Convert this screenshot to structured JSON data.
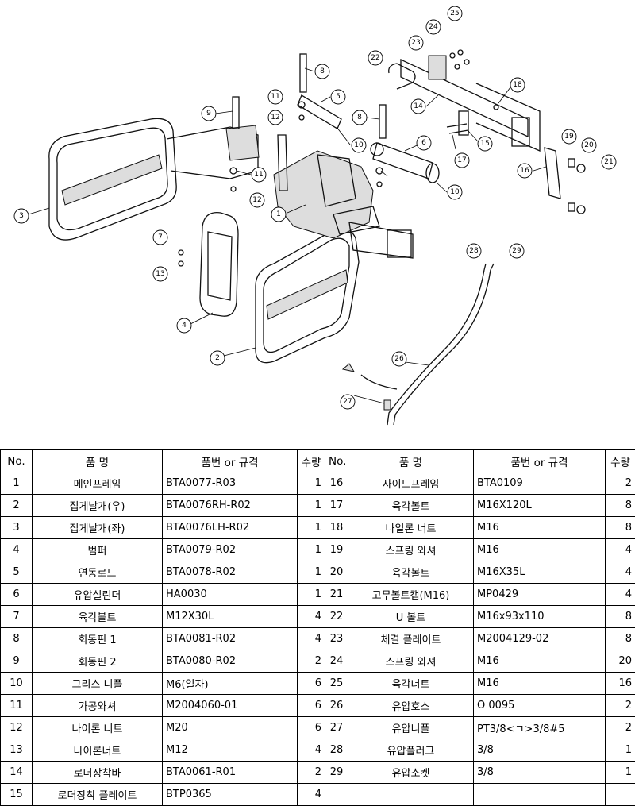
{
  "headers": {
    "no": "No.",
    "name": "품   명",
    "code": "품번 or 규격",
    "qty": "수량"
  },
  "parts_left": [
    {
      "no": "1",
      "name": "메인프레임",
      "code": "BTA0077-R03",
      "qty": "1"
    },
    {
      "no": "2",
      "name": "집게날개(우)",
      "code": "BTA0076RH-R02",
      "qty": "1"
    },
    {
      "no": "3",
      "name": "집게날개(좌)",
      "code": "BTA0076LH-R02",
      "qty": "1"
    },
    {
      "no": "4",
      "name": "범퍼",
      "code": "BTA0079-R02",
      "qty": "1"
    },
    {
      "no": "5",
      "name": "연동로드",
      "code": "BTA0078-R02",
      "qty": "1"
    },
    {
      "no": "6",
      "name": "유압실린더",
      "code": "HA0030",
      "qty": "1"
    },
    {
      "no": "7",
      "name": "육각볼트",
      "code": "M12X30L",
      "qty": "4"
    },
    {
      "no": "8",
      "name": "회동핀 1",
      "code": "BTA0081-R02",
      "qty": "4"
    },
    {
      "no": "9",
      "name": "회동핀 2",
      "code": "BTA0080-R02",
      "qty": "2"
    },
    {
      "no": "10",
      "name": "그리스 니플",
      "code": "M6(일자)",
      "qty": "6"
    },
    {
      "no": "11",
      "name": "가공와셔",
      "code": "M2004060-01",
      "qty": "6"
    },
    {
      "no": "12",
      "name": "나이론 너트",
      "code": "M20",
      "qty": "6"
    },
    {
      "no": "13",
      "name": "나이론너트",
      "code": "M12",
      "qty": "4"
    },
    {
      "no": "14",
      "name": "로더장착바",
      "code": "BTA0061-R01",
      "qty": "2"
    },
    {
      "no": "15",
      "name": "로더장착 플레이트",
      "code": "BTP0365",
      "qty": "4"
    }
  ],
  "parts_right": [
    {
      "no": "16",
      "name": "사이드프레임",
      "code": "BTA0109",
      "qty": "2"
    },
    {
      "no": "17",
      "name": "육각볼트",
      "code": "M16X120L",
      "qty": "8"
    },
    {
      "no": "18",
      "name": "나일론 너트",
      "code": "M16",
      "qty": "8"
    },
    {
      "no": "19",
      "name": "스프링 와셔",
      "code": "M16",
      "qty": "4"
    },
    {
      "no": "20",
      "name": "육각볼트",
      "code": "M16X35L",
      "qty": "4"
    },
    {
      "no": "21",
      "name": "고무볼트캡(M16)",
      "code": "MP0429",
      "qty": "4"
    },
    {
      "no": "22",
      "name": "U 볼트",
      "code": "M16x93x110",
      "qty": "8"
    },
    {
      "no": "23",
      "name": "체결 플레이트",
      "code": "M2004129-02",
      "qty": "8"
    },
    {
      "no": "24",
      "name": "스프링 와셔",
      "code": "M16",
      "qty": "20"
    },
    {
      "no": "25",
      "name": "육각너트",
      "code": "M16",
      "qty": "16"
    },
    {
      "no": "26",
      "name": "유압호스",
      "code": "O 0095",
      "qty": "2"
    },
    {
      "no": "27",
      "name": "유압니플",
      "code": "PT3/8<ㄱ>3/8#5",
      "qty": "2"
    },
    {
      "no": "28",
      "name": "유압플러그",
      "code": "3/8",
      "qty": "1"
    },
    {
      "no": "29",
      "name": "유압소켓",
      "code": "3/8",
      "qty": "1"
    }
  ],
  "callouts": [
    "1",
    "2",
    "3",
    "4",
    "5",
    "6",
    "7",
    "8",
    "8",
    "9",
    "10",
    "10",
    "11",
    "11",
    "12",
    "12",
    "13",
    "14",
    "15",
    "16",
    "17",
    "18",
    "19",
    "20",
    "21",
    "22",
    "23",
    "24",
    "25",
    "26",
    "27",
    "28",
    "29"
  ]
}
